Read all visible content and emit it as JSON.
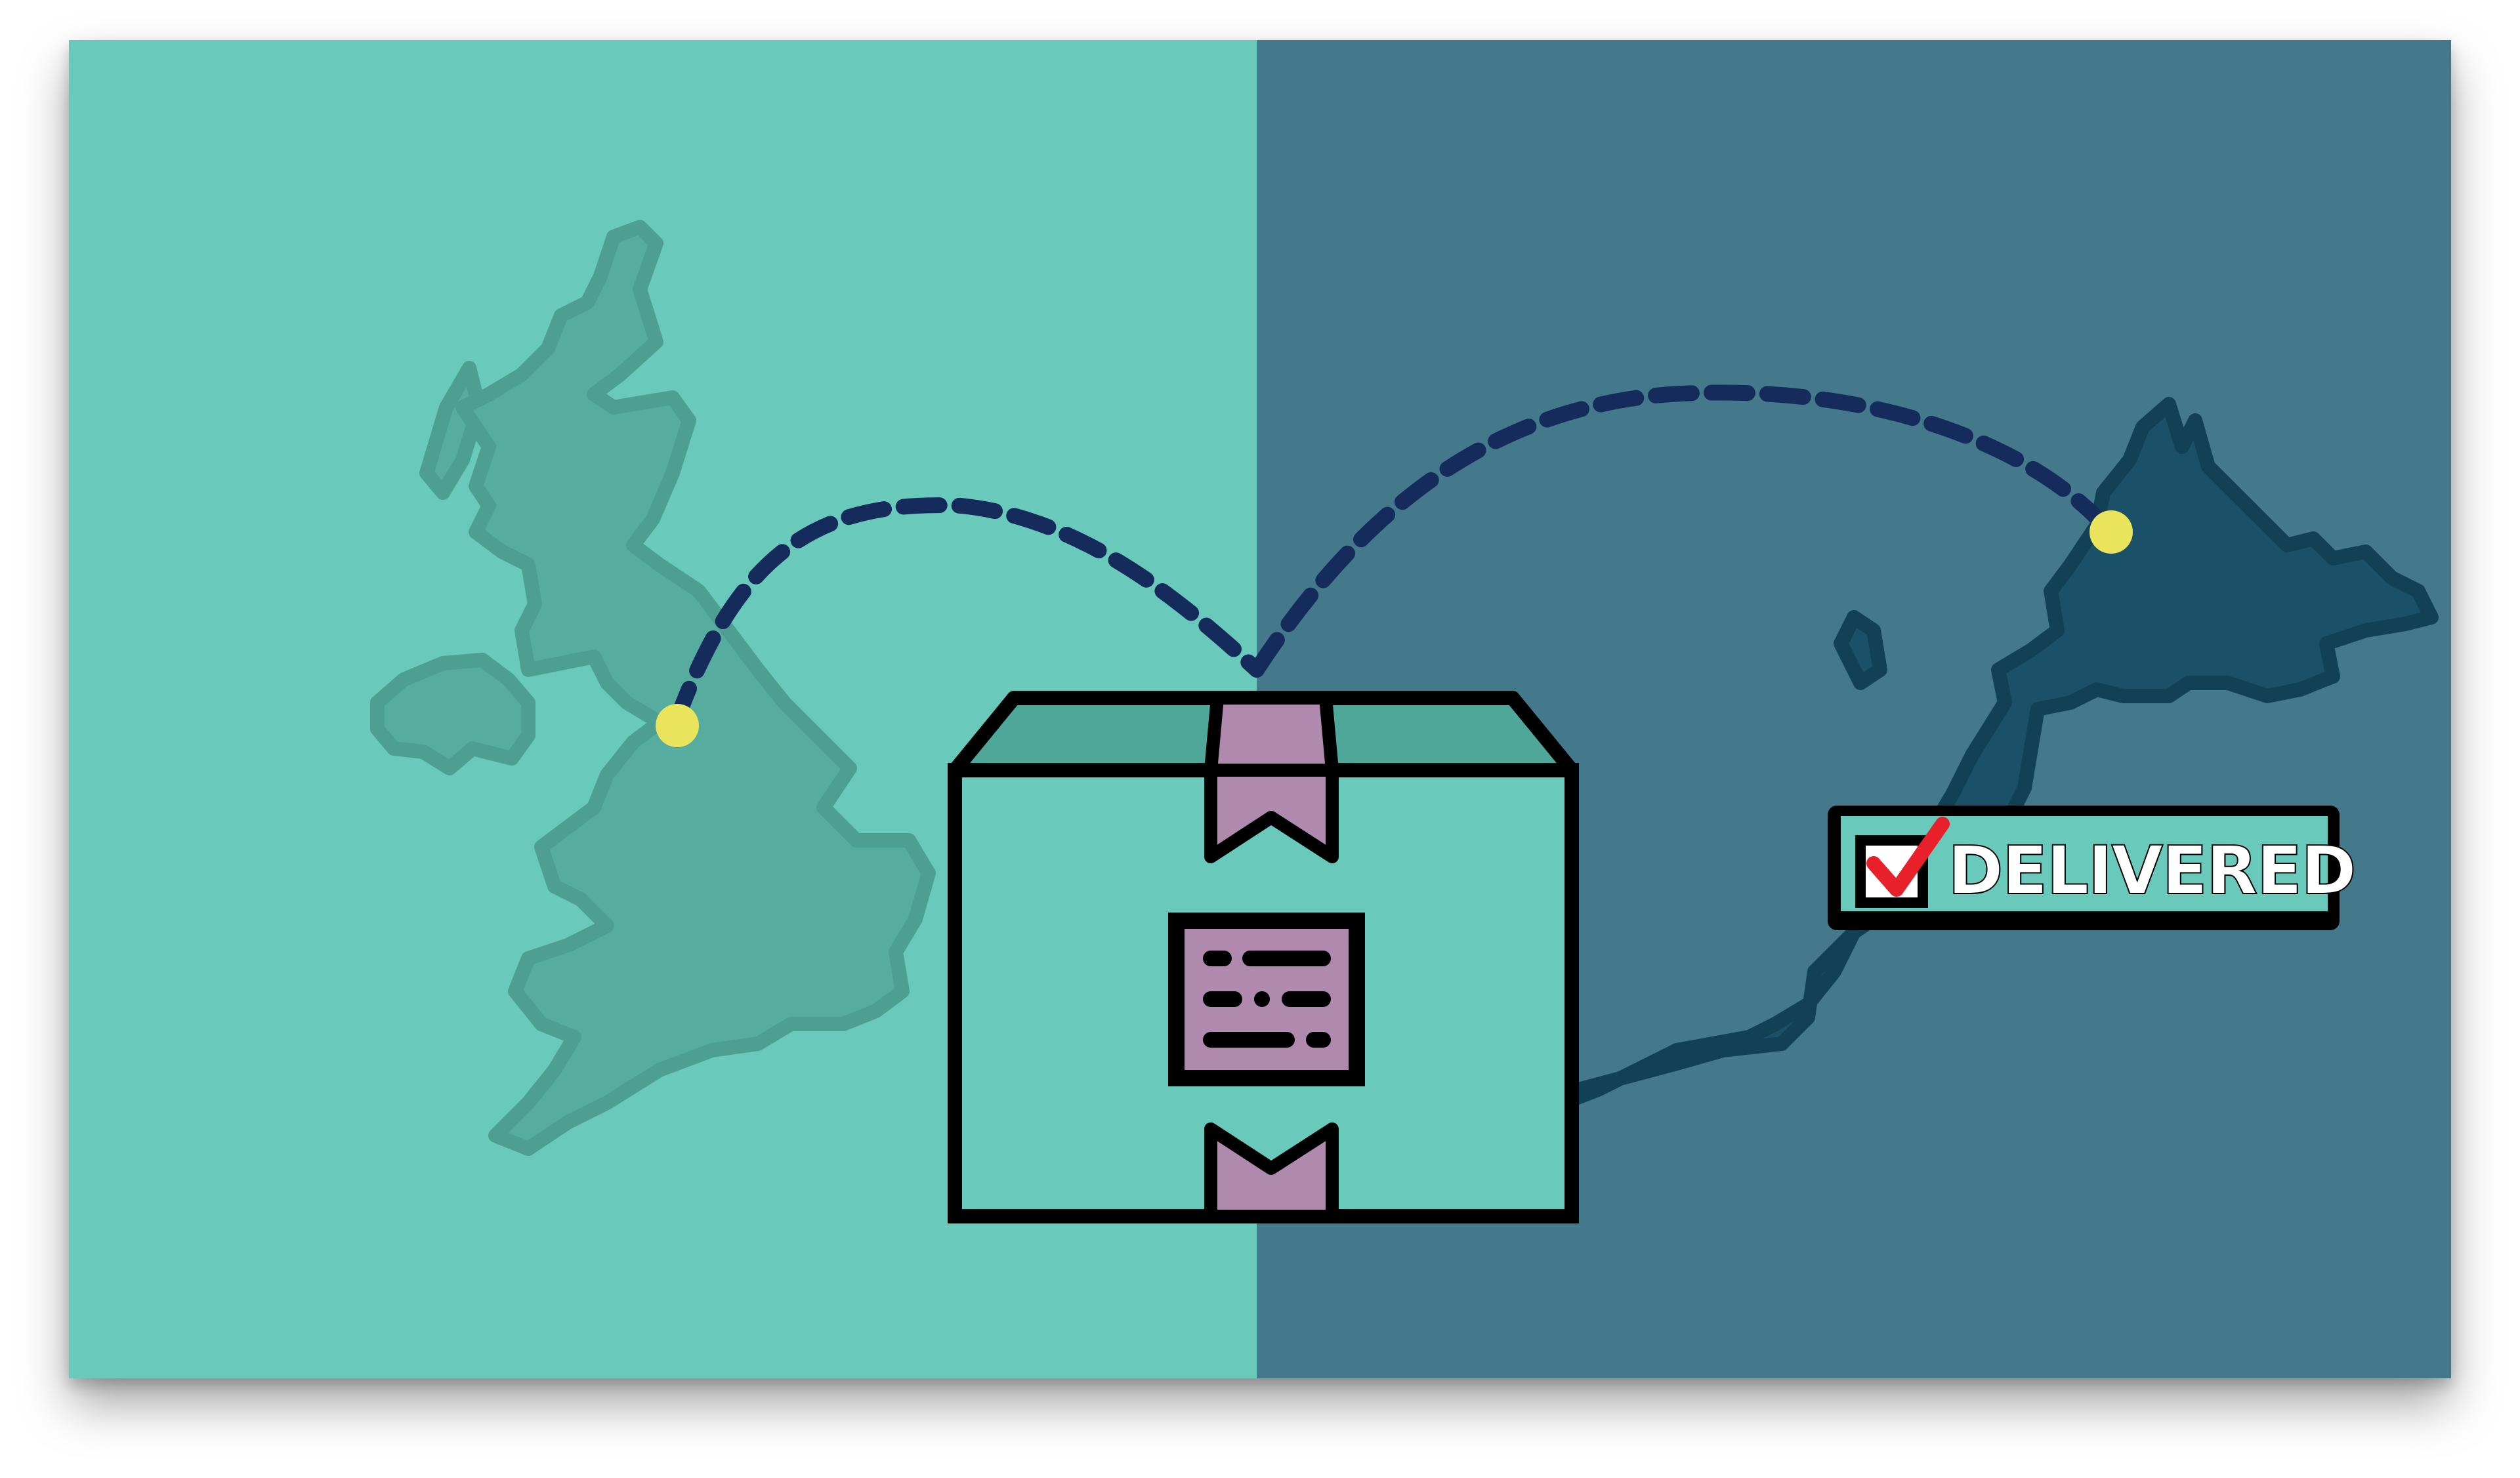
{
  "illustration": {
    "left_panel_color": "#69cabc",
    "right_panel_color": "#44788b",
    "origin_map": "great-britain-and-ireland",
    "destination_map": "european-coast",
    "route_color": "#142b5c",
    "marker_color": "#eae45c",
    "box_color": "#69cabc",
    "tape_color": "#b08aae"
  },
  "status_badge": {
    "label": "DELIVERED",
    "checkbox_checked": true,
    "check_color": "#e8202a"
  }
}
